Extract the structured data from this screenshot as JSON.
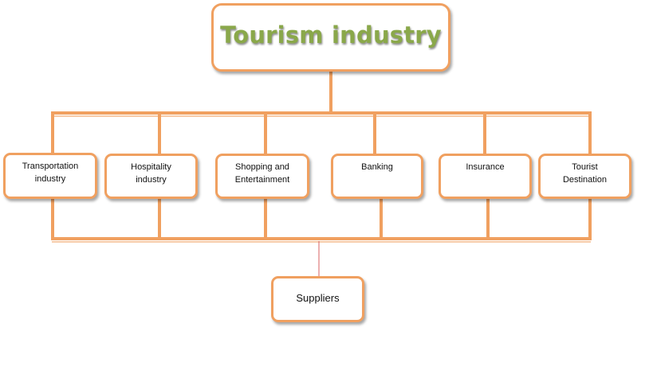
{
  "diagram": {
    "root": "Tourism industry",
    "children": [
      "Transportation\nindustry",
      "Hospitality\nindustry",
      "Shopping and\nEntertainment",
      "Banking",
      "Insurance",
      "Tourist\nDestination"
    ],
    "bottom": "Suppliers"
  },
  "colors": {
    "box_border": "#f0a060",
    "connector": "#f0a060",
    "title_text": "#8aa84a",
    "bottom_link": "#d86060"
  }
}
